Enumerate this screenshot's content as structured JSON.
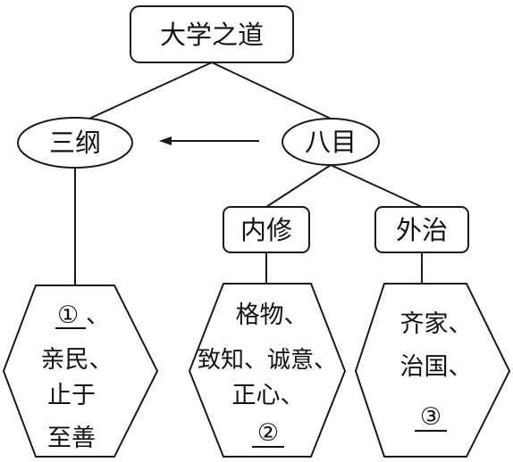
{
  "root": {
    "label": "大学之道"
  },
  "branches": {
    "sangang": {
      "label": "三纲"
    },
    "bamu": {
      "label": "八目"
    }
  },
  "sub_branches": {
    "neixiu": {
      "label": "内修"
    },
    "waizhi": {
      "label": "外治"
    }
  },
  "hexagons": {
    "sangang": {
      "lines": [
        "、",
        "亲民、",
        "止于",
        "至善"
      ],
      "blank": "①"
    },
    "neixiu": {
      "lines": [
        "格物、",
        "致知、诚意、",
        "正心、",
        ""
      ],
      "blank": "②"
    },
    "waizhi": {
      "lines": [
        "齐家、",
        "治国、",
        ""
      ],
      "blank": "③"
    }
  },
  "colors": {
    "stroke": "#1a1a1a",
    "fill": "#ffffff",
    "text": "#111111"
  }
}
